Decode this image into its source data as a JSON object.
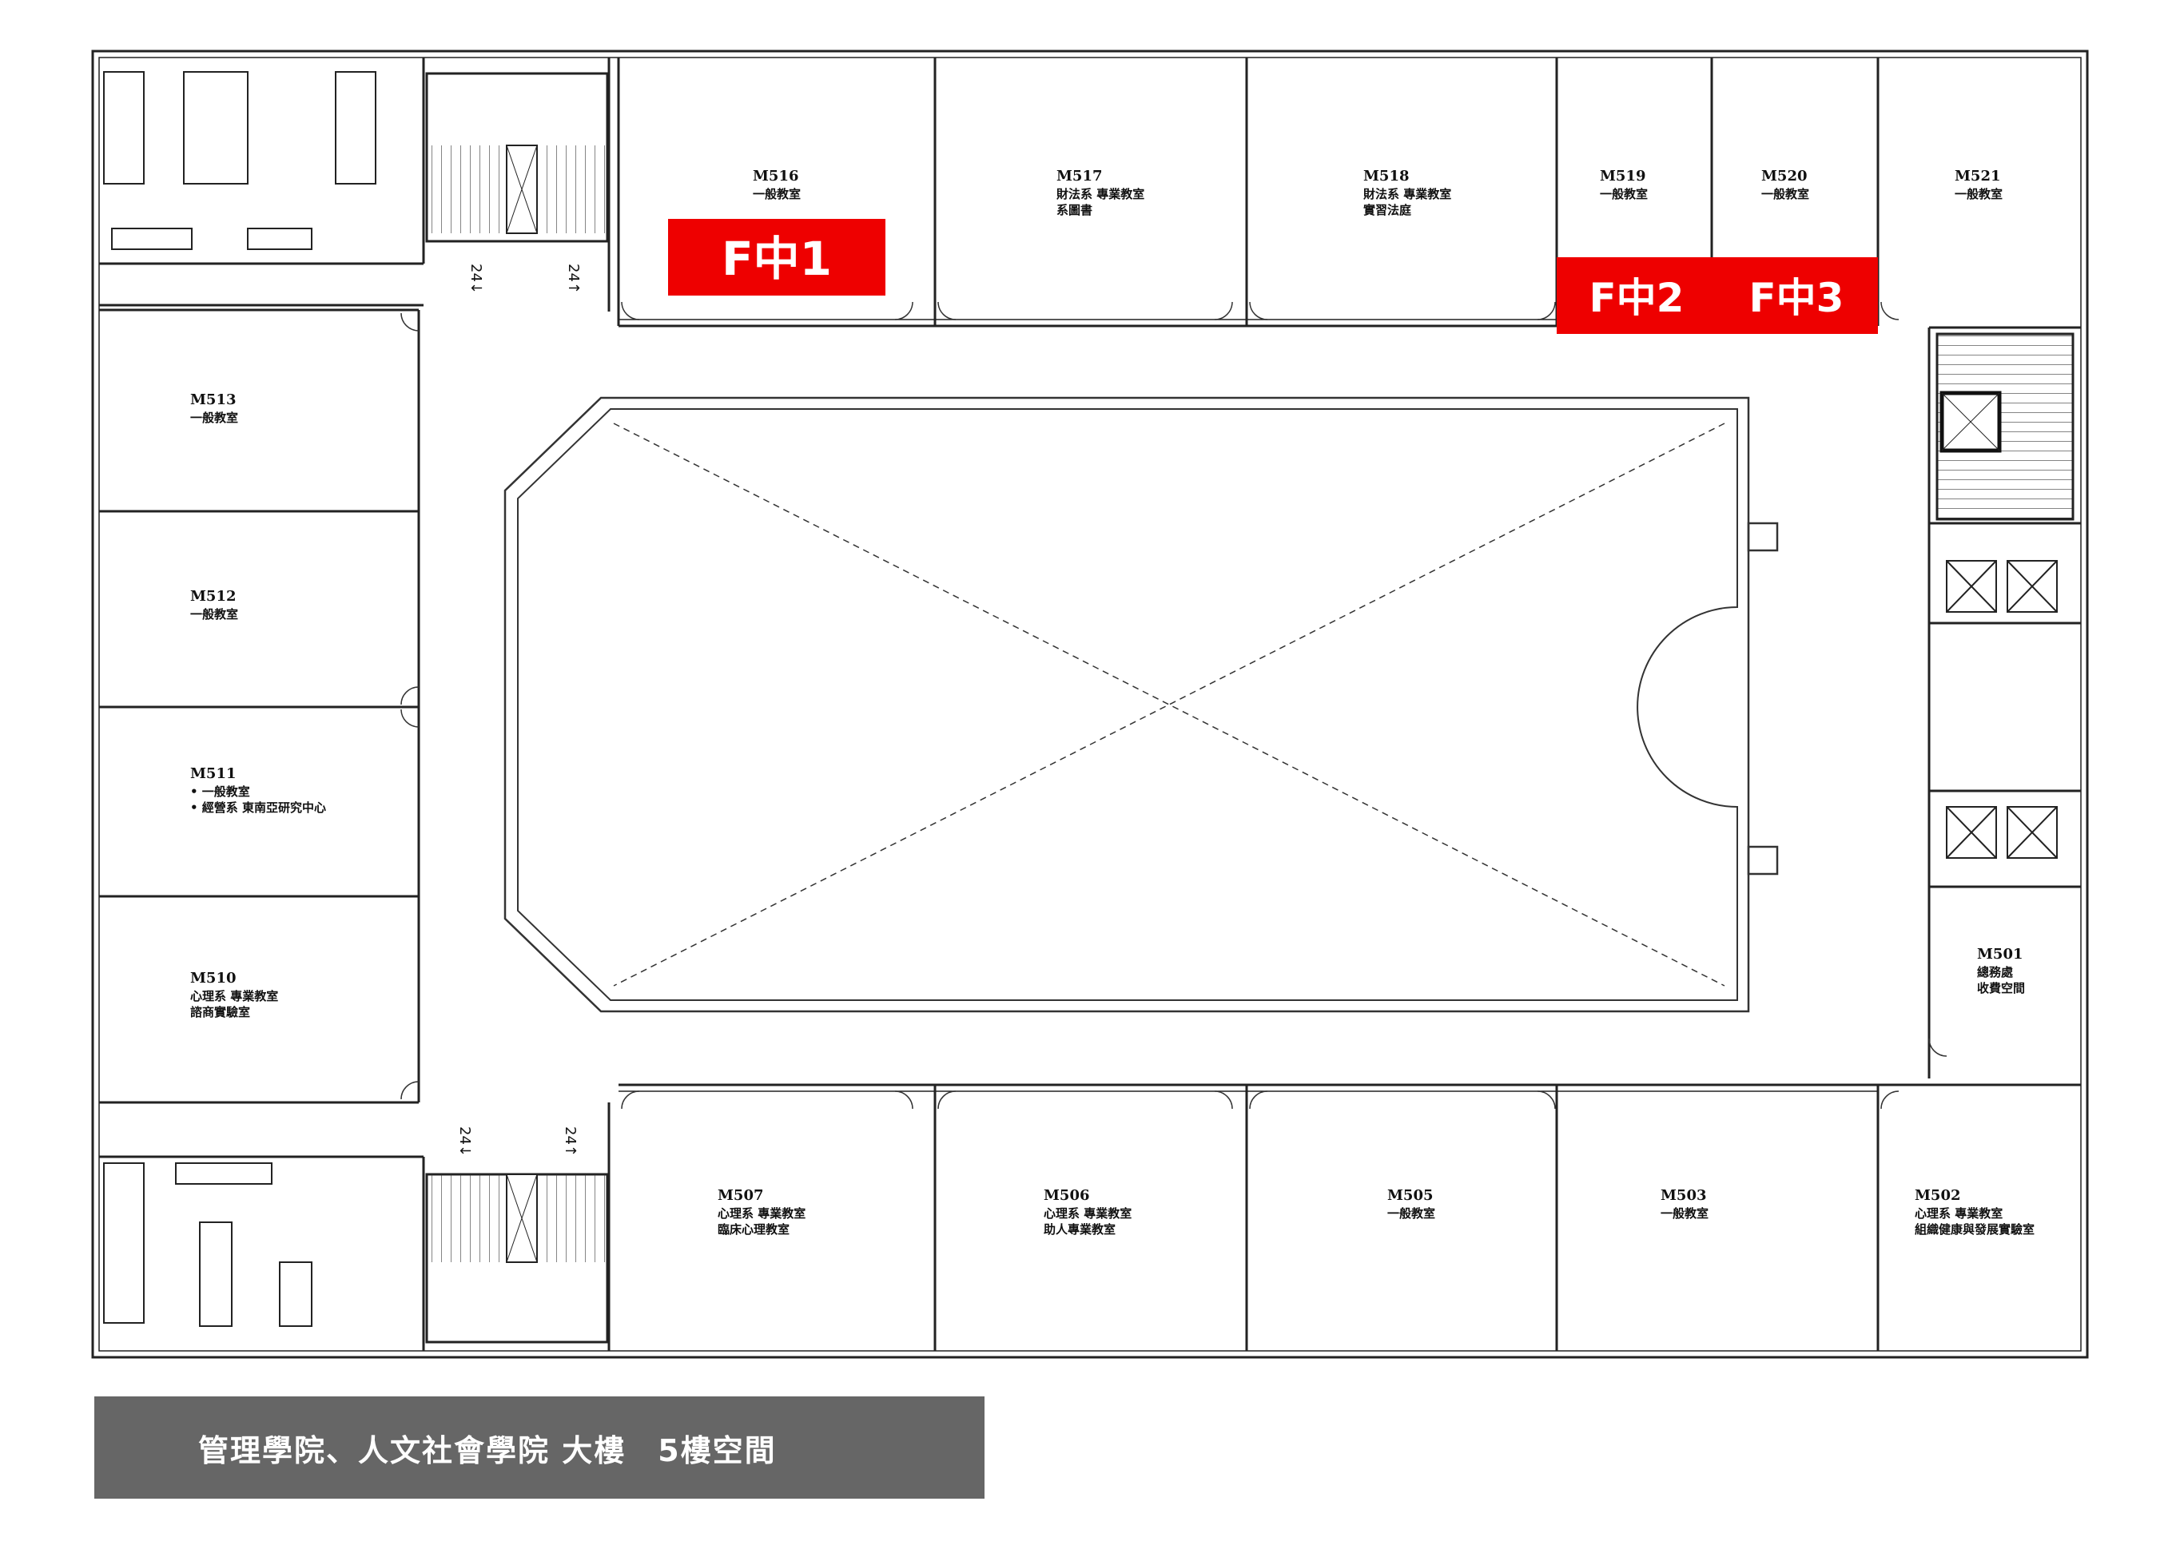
{
  "colors": {
    "marker": "#ee0000",
    "caption_bg": "#666666",
    "wall": "#222222"
  },
  "rooms": [
    {
      "code": "M516",
      "lines": [
        "一般教室"
      ]
    },
    {
      "code": "M517",
      "lines": [
        "財法系 專業教室",
        "系圖書"
      ]
    },
    {
      "code": "M518",
      "lines": [
        "財法系 專業教室",
        "實習法庭"
      ]
    },
    {
      "code": "M519",
      "lines": [
        "一般教室"
      ]
    },
    {
      "code": "M520",
      "lines": [
        "一般教室"
      ]
    },
    {
      "code": "M521",
      "lines": [
        "一般教室"
      ]
    },
    {
      "code": "M513",
      "lines": [
        "一般教室"
      ]
    },
    {
      "code": "M512",
      "lines": [
        "一般教室"
      ]
    },
    {
      "code": "M511",
      "lines": [
        "• 一般教室",
        "• 經營系 東南亞研究中心"
      ]
    },
    {
      "code": "M510",
      "lines": [
        "心理系 專業教室",
        "諮商實驗室"
      ]
    },
    {
      "code": "M501",
      "lines": [
        "總務處",
        "收費空間"
      ]
    },
    {
      "code": "M507",
      "lines": [
        "心理系 專業教室",
        "臨床心理教室"
      ]
    },
    {
      "code": "M506",
      "lines": [
        "心理系 專業教室",
        "助人專業教室"
      ]
    },
    {
      "code": "M505",
      "lines": [
        "一般教室"
      ]
    },
    {
      "code": "M503",
      "lines": [
        "一般教室"
      ]
    },
    {
      "code": "M502",
      "lines": [
        "心理系 專業教室",
        "組織健康與發展實驗室"
      ]
    }
  ],
  "markers": [
    "F中1",
    "F中2",
    "F中3"
  ],
  "stair_labels": [
    "24↓",
    "24↑",
    "24↓",
    "24↑"
  ],
  "caption": "管理學院、人文社會學院 大樓　5樓空間"
}
